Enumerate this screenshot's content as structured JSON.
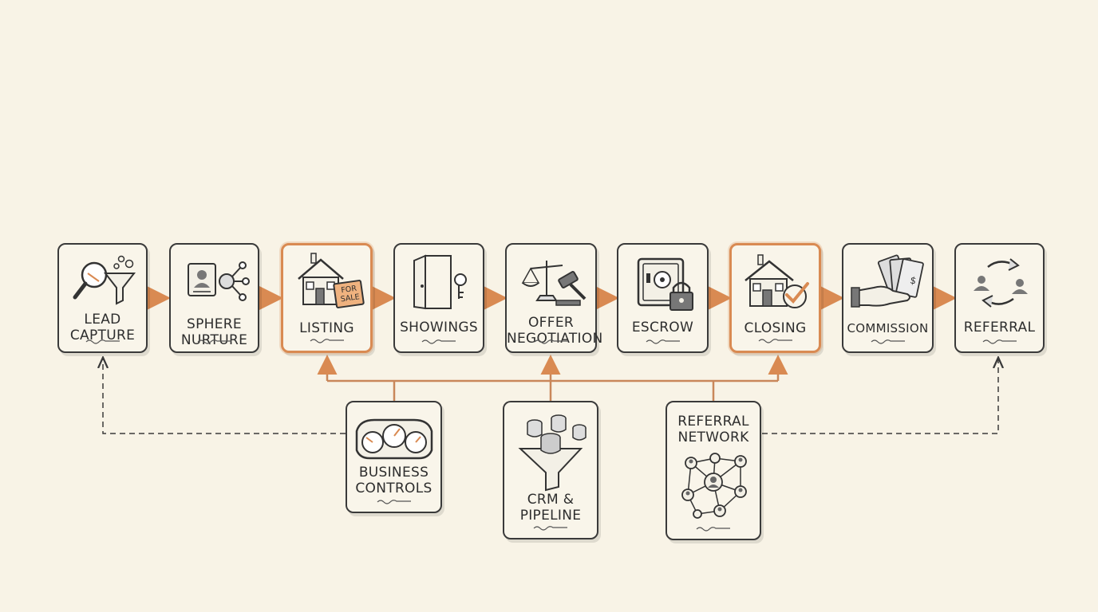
{
  "stages": [
    {
      "id": "lead-capture",
      "label": "LEAD\nCAPTURE",
      "icon": "funnel-magnifier-icon",
      "highlighted": false
    },
    {
      "id": "sphere-nurture",
      "label": "SPHERE\nNURTURE",
      "icon": "contact-network-icon",
      "highlighted": false
    },
    {
      "id": "listing",
      "label": "LISTING",
      "icon": "house-for-sale-icon",
      "sign_text": "FOR\nSALE",
      "highlighted": true
    },
    {
      "id": "showings",
      "label": "SHOWINGS",
      "icon": "door-key-icon",
      "highlighted": false
    },
    {
      "id": "offer-negotiation",
      "label": "OFFER\nNEGOTIATION",
      "icon": "scales-gavel-icon",
      "highlighted": false
    },
    {
      "id": "escrow",
      "label": "ESCROW",
      "icon": "safe-lock-icon",
      "highlighted": false
    },
    {
      "id": "closing",
      "label": "CLOSING",
      "icon": "house-check-icon",
      "highlighted": true
    },
    {
      "id": "commission",
      "label": "COMMISSION",
      "icon": "hand-money-icon",
      "highlighted": false
    },
    {
      "id": "referral",
      "label": "REFERRAL",
      "icon": "recycle-people-icon",
      "highlighted": false
    }
  ],
  "support": [
    {
      "id": "business-controls",
      "label": "BUSINESS\nCONTROLS",
      "icon": "gauges-icon"
    },
    {
      "id": "crm-pipeline",
      "label": "CRM &\nPIPELINE",
      "icon": "database-funnel-icon"
    },
    {
      "id": "referral-network",
      "label": "REFERRAL\nNETWORK",
      "icon": "people-network-icon"
    }
  ],
  "colors": {
    "ink": "#3a3a3a",
    "accent": "#d98a52",
    "background": "#f8f3e6"
  }
}
